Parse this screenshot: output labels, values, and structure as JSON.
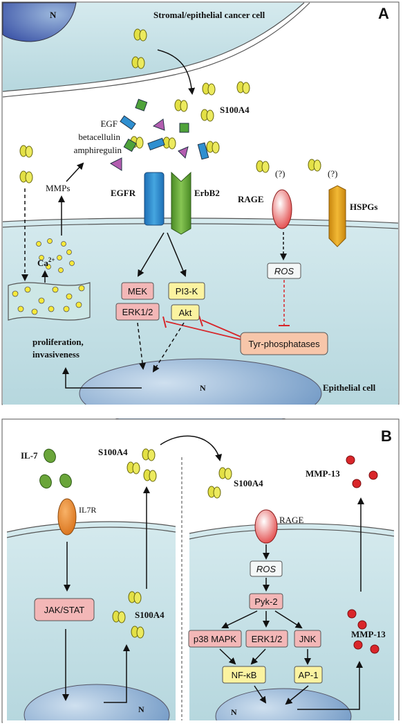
{
  "panel_a": {
    "letter": "A",
    "source_cell": "Stromal/epithelial cancer cell",
    "s100a4": "S100A4",
    "ligands": [
      "EGF",
      "betacellulin",
      "amphiregulin"
    ],
    "mmps": "MMPs",
    "ca": "Ca",
    "ca_sup": "2+",
    "egfr": "EGFR",
    "erbb2": "ErbB2",
    "rage": "RAGE",
    "hspgs": "HSPGs",
    "unknown1": "(?)",
    "unknown2": "(?)",
    "mek": "MEK",
    "erk": "ERK1/2",
    "pi3k": "PI3-K",
    "akt": "Akt",
    "ros": "ROS",
    "tyr": "Tyr-phosphatases",
    "outcome_line1": "proliferation,",
    "outcome_line2": "invasiveness",
    "nucleus_top": "N",
    "nucleus_bottom": "N",
    "cell": "Epithelial cell"
  },
  "panel_b": {
    "letter": "B",
    "il7": "IL-7",
    "il7r": "IL7R",
    "s100a4_left_top": "S100A4",
    "s100a4_left_mid": "S100A4",
    "s100a4_right": "S100A4",
    "jakstat": "JAK/STAT",
    "nucleus_left": "N",
    "rage": "RAGE",
    "ros": "ROS",
    "pyk2": "Pyk-2",
    "p38": "p38 MAPK",
    "erk": "ERK1/2",
    "jnk": "JNK",
    "nfkb": "NF-κB",
    "ap1": "AP-1",
    "nucleus_right": "N",
    "mmp13_top": "MMP-13",
    "mmp13_mid": "MMP-13"
  },
  "colors": {
    "cytoplasm": "#cfe6ea",
    "nucleus": "#8aaed0",
    "s100a4": "#e3e045",
    "il7": "#6aa53a",
    "mmp13": "#d9262a",
    "egfr": "#2f8fd0",
    "erbb2": "#6fb23b",
    "hspgs": "#e4a424",
    "pink_box": "#f3b7b7",
    "yellow_box": "#fbf3a0",
    "tyr_box": "#f7c6aa",
    "inhibit_line": "#d7262a"
  }
}
